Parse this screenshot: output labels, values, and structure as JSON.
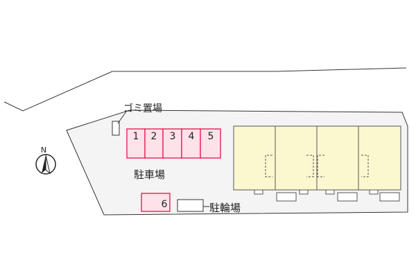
{
  "labels": {
    "trash_area": "ゴミ置場",
    "parking_lot": "駐車場",
    "bicycle_parking": "駐輪場",
    "north": "N"
  },
  "parking_spaces": [
    "1",
    "2",
    "3",
    "4",
    "5",
    "6"
  ],
  "colors": {
    "lot_fill": "#f4f4f4",
    "outline": "#333333",
    "parking_fill": "#fde2ea",
    "parking_stroke": "#e0003c",
    "building_fill": "#fbf7cf",
    "building_stroke": "#555555"
  },
  "icons": {
    "compass": "north-arrow-compass-icon"
  }
}
